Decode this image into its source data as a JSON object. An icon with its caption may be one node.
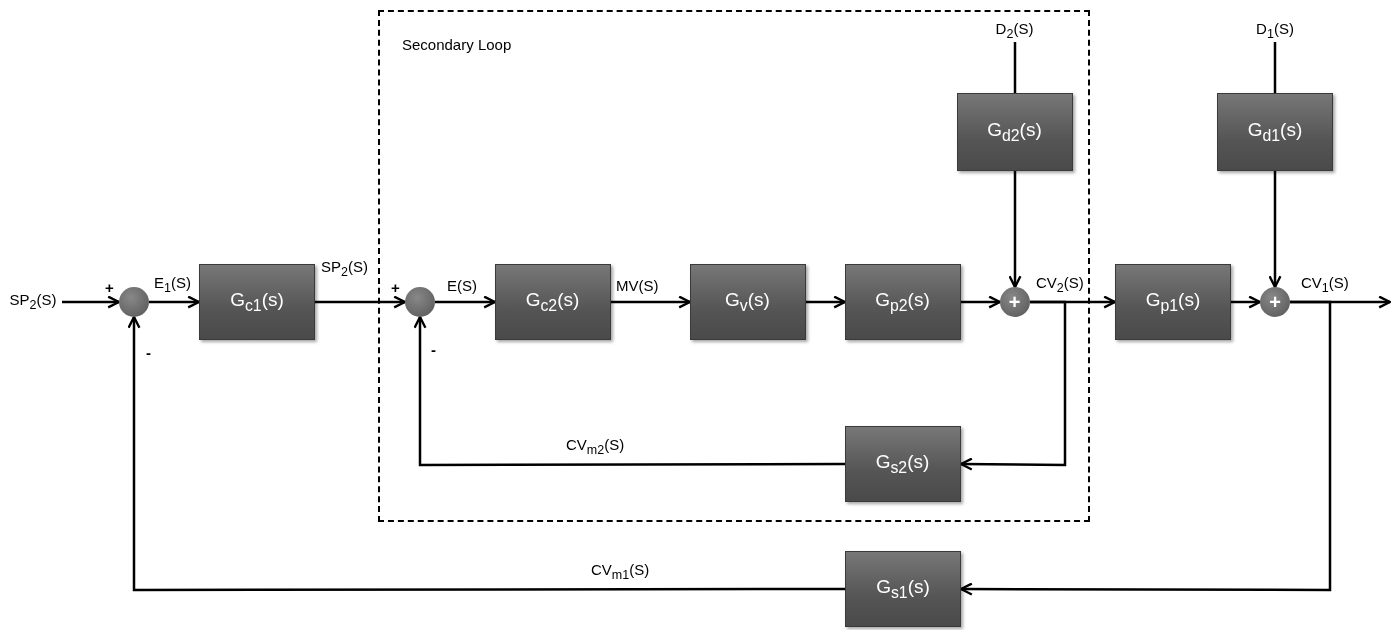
{
  "diagram": {
    "nodes": [
      {
        "text": [
          "Secondary Loop"
        ]
      },
      {
        "text": [
          "SP$_{2}$(S)"
        ]
      },
      {
        "text": [],
        "shape": "circle"
      },
      {
        "text": [
          "G$_{c1}$(s)"
        ]
      },
      {
        "text": [],
        "shape": "circle",
        "in": 0
      },
      {
        "text": [
          "G$_{c2}$(s)"
        ],
        "in": 0
      },
      {
        "text": [
          "G$_{v}$(s)"
        ],
        "in": 0
      },
      {
        "text": [
          "G$_{p2}$(s)"
        ],
        "in": 0
      },
      {
        "text": [
          "D$_{2}$(S)"
        ],
        "in": 0
      },
      {
        "text": [
          "G$_{d2}$(s)"
        ],
        "in": 0
      },
      {
        "text": [
          "+"
        ],
        "in": 0
      },
      {
        "text": [
          "G$_{s2}$(s)"
        ],
        "in": 0
      },
      {
        "text": [
          "G$_{p1}$(s)"
        ]
      },
      {
        "text": [
          "D$_{1}$(S)"
        ]
      },
      {
        "text": [
          "G$_{d1}$(s)"
        ]
      },
      {
        "text": [
          "+"
        ]
      },
      {
        "text": [
          "G$_{s1}$(s)"
        ]
      }
    ],
    "edges": [
      {
        "from": 1,
        "to": 2,
        "arrow": "to"
      },
      {
        "from": 2,
        "to": 3,
        "arrow": "to",
        "label": "E$_{1}$(S)"
      },
      {
        "from": 3,
        "to": 4,
        "arrow": "to",
        "label": "SP$_{2}$(S)"
      },
      {
        "from": 4,
        "to": 5,
        "arrow": "to",
        "label": "E(S)"
      },
      {
        "from": 5,
        "to": 6,
        "arrow": "to",
        "label": "MV(S)"
      },
      {
        "from": 6,
        "to": 7,
        "arrow": "to"
      },
      {
        "from": 7,
        "to": 10,
        "arrow": "to"
      },
      {
        "from": 8,
        "to": 9,
        "arrow": "none"
      },
      {
        "from": 9,
        "to": 10,
        "arrow": "to"
      },
      {
        "from": 10,
        "to": 12,
        "arrow": "to",
        "label": "CV$_{2}$(S)"
      },
      {
        "from": 10,
        "to": 11,
        "arrow": "to"
      },
      {
        "from": 11,
        "to": 4,
        "arrow": "to",
        "label": "CV$_{m2}$(S)"
      },
      {
        "from": 12,
        "to": 15,
        "arrow": "to"
      },
      {
        "from": 13,
        "to": 14,
        "arrow": "none"
      },
      {
        "from": 14,
        "to": 15,
        "arrow": "to"
      },
      {
        "from": 15,
        "to": null,
        "arrow": "to",
        "label": "CV$_{1}$(S)"
      },
      {
        "from": 15,
        "to": 16,
        "arrow": "to"
      },
      {
        "from": 16,
        "to": 2,
        "arrow": "to",
        "label": "CV$_{m1}$(S)"
      }
    ],
    "labels": [
      "+",
      "-",
      "+",
      "-"
    ]
  }
}
